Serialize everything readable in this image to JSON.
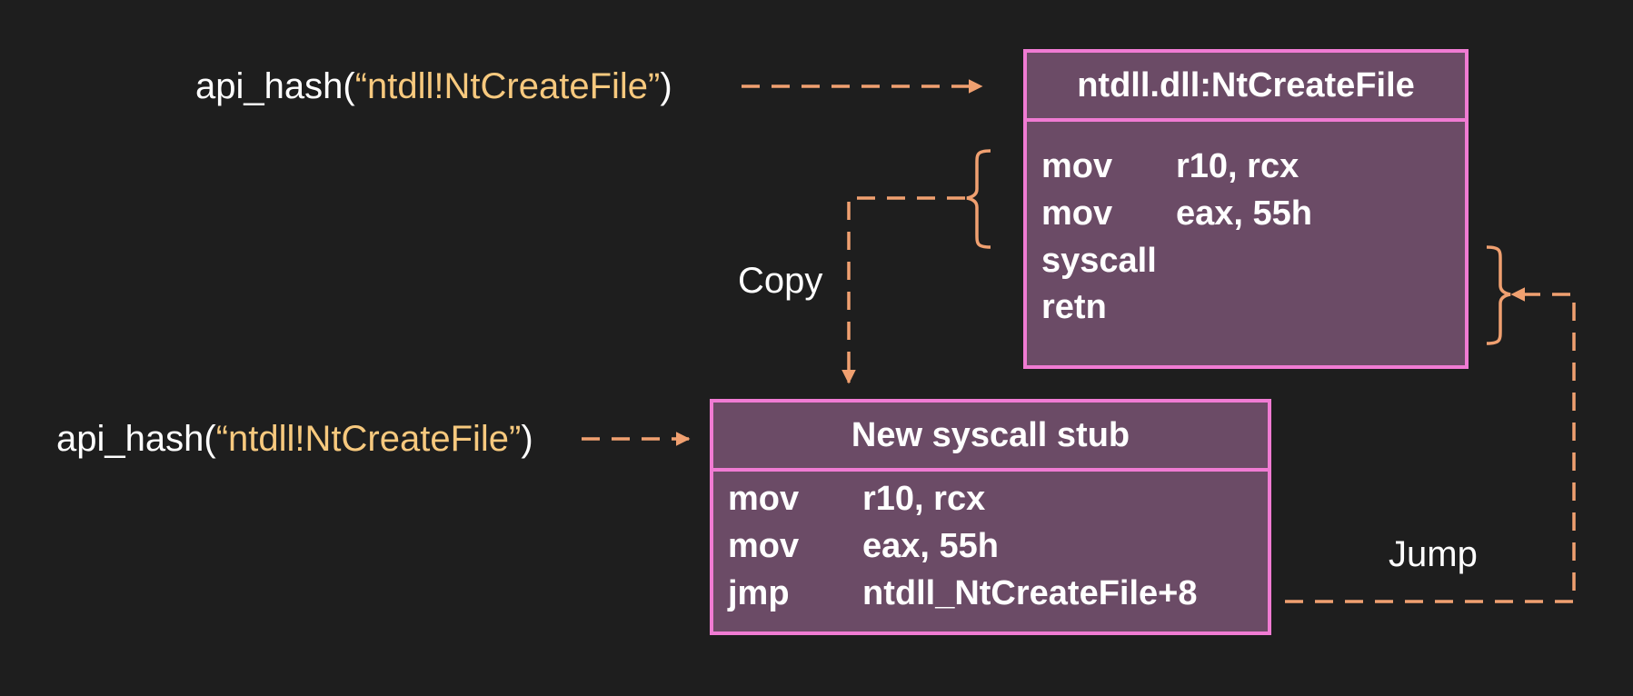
{
  "top_call": {
    "prefix": "api_hash(",
    "open_quote": "“",
    "arg": "ntdll!NtCreateFile",
    "close_quote": "”",
    "suffix": ")"
  },
  "bottom_call": {
    "prefix": "api_hash(",
    "open_quote": "“",
    "arg": "ntdll!NtCreateFile",
    "close_quote": "”",
    "suffix": ")"
  },
  "ntdll_box": {
    "title": "ntdll.dll:NtCreateFile",
    "instructions": [
      {
        "op": "mov",
        "args": "r10, rcx"
      },
      {
        "op": "mov",
        "args": "eax, 55h"
      },
      {
        "op": "syscall",
        "args": ""
      },
      {
        "op": "retn",
        "args": ""
      }
    ]
  },
  "stub_box": {
    "title": "New syscall stub",
    "instructions": [
      {
        "op": "mov",
        "args": "r10, rcx"
      },
      {
        "op": "mov",
        "args": "eax, 55h"
      },
      {
        "op": "jmp",
        "args": "ntdll_NtCreateFile+8"
      }
    ]
  },
  "edge_labels": {
    "copy": "Copy",
    "jump": "Jump"
  },
  "colors": {
    "background": "#1e1e1e",
    "box_fill": "#6b4b66",
    "box_border": "#f07bd3",
    "arrow": "#f0a070",
    "highlight_text": "#f7c97e",
    "text": "#ffffff"
  }
}
